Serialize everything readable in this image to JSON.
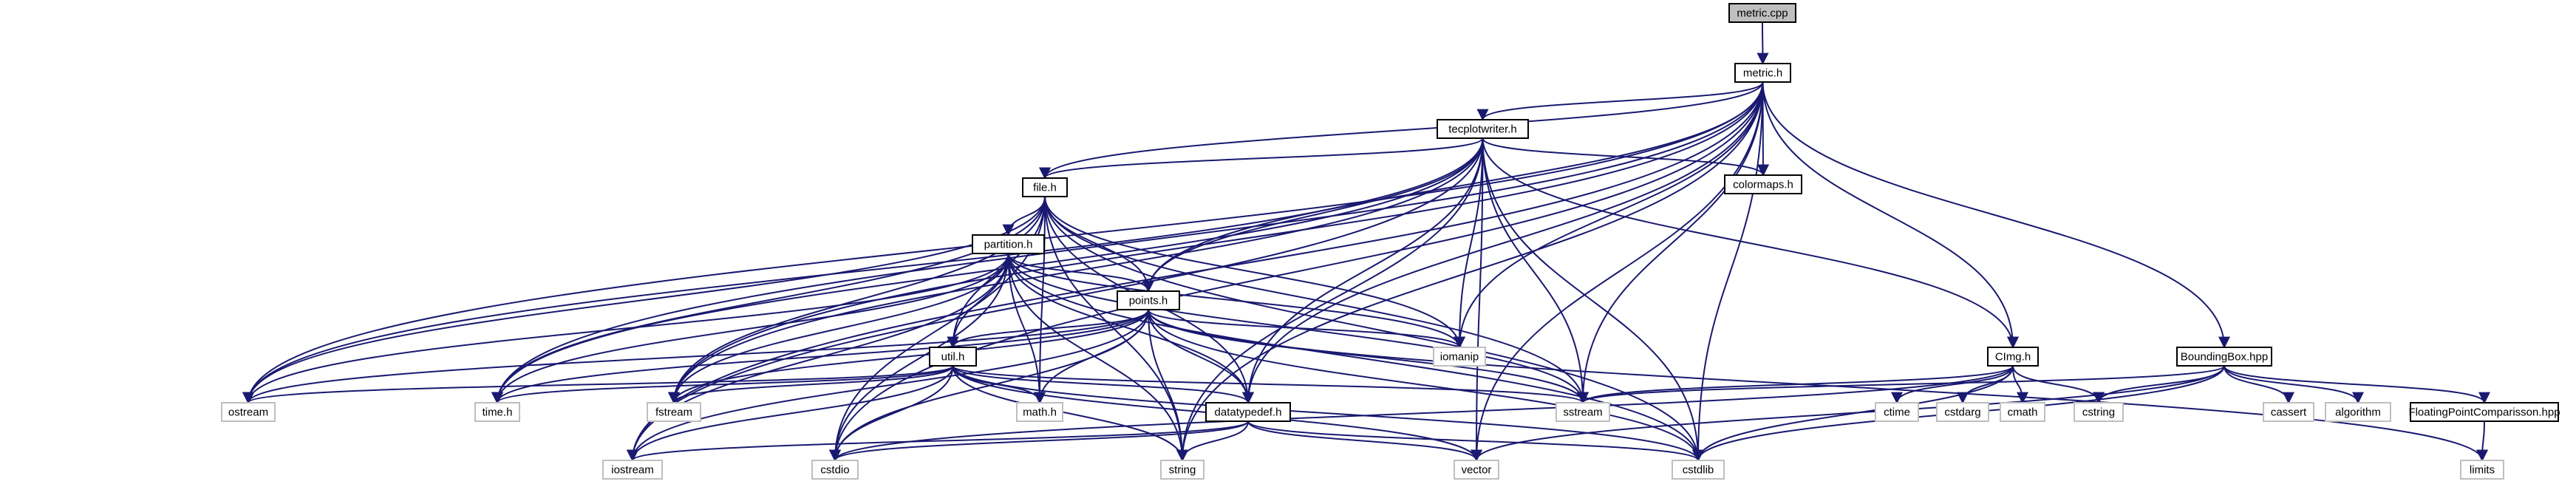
{
  "diagram": {
    "nodes": [
      {
        "id": "metric_cpp",
        "label": "metric.cpp",
        "kind": "root"
      },
      {
        "id": "metric_h",
        "label": "metric.h",
        "kind": "local"
      },
      {
        "id": "tecplotwriter_h",
        "label": "tecplotwriter.h",
        "kind": "local"
      },
      {
        "id": "colormaps_h",
        "label": "colormaps.h",
        "kind": "local"
      },
      {
        "id": "file_h",
        "label": "file.h",
        "kind": "local"
      },
      {
        "id": "partition_h",
        "label": "partition.h",
        "kind": "local"
      },
      {
        "id": "points_h",
        "label": "points.h",
        "kind": "local"
      },
      {
        "id": "util_h",
        "label": "util.h",
        "kind": "local"
      },
      {
        "id": "datatypedef_h",
        "label": "datatypedef.h",
        "kind": "local"
      },
      {
        "id": "cimg_h",
        "label": "CImg.h",
        "kind": "local"
      },
      {
        "id": "boundingbox_hpp",
        "label": "BoundingBox.hpp",
        "kind": "local"
      },
      {
        "id": "fpcomparison_hpp",
        "label": "FloatingPointComparisson.hpp",
        "kind": "local"
      },
      {
        "id": "ostream",
        "label": "ostream",
        "kind": "system"
      },
      {
        "id": "time_h",
        "label": "time.h",
        "kind": "system"
      },
      {
        "id": "fstream",
        "label": "fstream",
        "kind": "system"
      },
      {
        "id": "math_h",
        "label": "math.h",
        "kind": "system"
      },
      {
        "id": "iomanip",
        "label": "iomanip",
        "kind": "system"
      },
      {
        "id": "sstream",
        "label": "sstream",
        "kind": "system"
      },
      {
        "id": "iostream",
        "label": "iostream",
        "kind": "system"
      },
      {
        "id": "cstdio",
        "label": "cstdio",
        "kind": "system"
      },
      {
        "id": "string",
        "label": "string",
        "kind": "system"
      },
      {
        "id": "vector",
        "label": "vector",
        "kind": "system"
      },
      {
        "id": "cstdlib",
        "label": "cstdlib",
        "kind": "system"
      },
      {
        "id": "ctime",
        "label": "ctime",
        "kind": "system"
      },
      {
        "id": "cstdarg",
        "label": "cstdarg",
        "kind": "system"
      },
      {
        "id": "cmath",
        "label": "cmath",
        "kind": "system"
      },
      {
        "id": "cstring",
        "label": "cstring",
        "kind": "system"
      },
      {
        "id": "cassert",
        "label": "cassert",
        "kind": "system"
      },
      {
        "id": "algorithm",
        "label": "algorithm",
        "kind": "system"
      },
      {
        "id": "limits",
        "label": "limits",
        "kind": "system"
      }
    ],
    "edges": [
      [
        "metric_cpp",
        "metric_h"
      ],
      [
        "metric_h",
        "tecplotwriter_h"
      ],
      [
        "metric_h",
        "colormaps_h"
      ],
      [
        "metric_h",
        "file_h"
      ],
      [
        "metric_h",
        "points_h"
      ],
      [
        "metric_h",
        "cimg_h"
      ],
      [
        "metric_h",
        "boundingbox_hpp"
      ],
      [
        "metric_h",
        "ostream"
      ],
      [
        "metric_h",
        "time_h"
      ],
      [
        "metric_h",
        "fstream"
      ],
      [
        "metric_h",
        "iomanip"
      ],
      [
        "metric_h",
        "sstream"
      ],
      [
        "metric_h",
        "iostream"
      ],
      [
        "metric_h",
        "cstdio"
      ],
      [
        "metric_h",
        "string"
      ],
      [
        "metric_h",
        "vector"
      ],
      [
        "metric_h",
        "cstdlib"
      ],
      [
        "metric_h",
        "datatypedef_h"
      ],
      [
        "tecplotwriter_h",
        "colormaps_h"
      ],
      [
        "tecplotwriter_h",
        "file_h"
      ],
      [
        "tecplotwriter_h",
        "points_h"
      ],
      [
        "tecplotwriter_h",
        "cimg_h"
      ],
      [
        "tecplotwriter_h",
        "datatypedef_h"
      ],
      [
        "tecplotwriter_h",
        "ostream"
      ],
      [
        "tecplotwriter_h",
        "time_h"
      ],
      [
        "tecplotwriter_h",
        "fstream"
      ],
      [
        "tecplotwriter_h",
        "iomanip"
      ],
      [
        "tecplotwriter_h",
        "sstream"
      ],
      [
        "tecplotwriter_h",
        "iostream"
      ],
      [
        "tecplotwriter_h",
        "string"
      ],
      [
        "tecplotwriter_h",
        "vector"
      ],
      [
        "tecplotwriter_h",
        "cstdlib"
      ],
      [
        "file_h",
        "partition_h"
      ],
      [
        "file_h",
        "points_h"
      ],
      [
        "file_h",
        "util_h"
      ],
      [
        "file_h",
        "ostream"
      ],
      [
        "file_h",
        "time_h"
      ],
      [
        "file_h",
        "fstream"
      ],
      [
        "file_h",
        "math_h"
      ],
      [
        "file_h",
        "iomanip"
      ],
      [
        "file_h",
        "sstream"
      ],
      [
        "file_h",
        "cstdio"
      ],
      [
        "file_h",
        "string"
      ],
      [
        "file_h",
        "cstdlib"
      ],
      [
        "file_h",
        "datatypedef_h"
      ],
      [
        "partition_h",
        "points_h"
      ],
      [
        "partition_h",
        "util_h"
      ],
      [
        "partition_h",
        "ostream"
      ],
      [
        "partition_h",
        "time_h"
      ],
      [
        "partition_h",
        "fstream"
      ],
      [
        "partition_h",
        "math_h"
      ],
      [
        "partition_h",
        "iomanip"
      ],
      [
        "partition_h",
        "sstream"
      ],
      [
        "partition_h",
        "iostream"
      ],
      [
        "partition_h",
        "cstdio"
      ],
      [
        "partition_h",
        "string"
      ],
      [
        "partition_h",
        "cstdlib"
      ],
      [
        "partition_h",
        "datatypedef_h"
      ],
      [
        "points_h",
        "util_h"
      ],
      [
        "points_h",
        "datatypedef_h"
      ],
      [
        "points_h",
        "ostream"
      ],
      [
        "points_h",
        "time_h"
      ],
      [
        "points_h",
        "fstream"
      ],
      [
        "points_h",
        "math_h"
      ],
      [
        "points_h",
        "iomanip"
      ],
      [
        "points_h",
        "sstream"
      ],
      [
        "points_h",
        "iostream"
      ],
      [
        "points_h",
        "cstdio"
      ],
      [
        "points_h",
        "string"
      ],
      [
        "points_h",
        "cstdlib"
      ],
      [
        "points_h",
        "limits"
      ],
      [
        "util_h",
        "datatypedef_h"
      ],
      [
        "util_h",
        "ostream"
      ],
      [
        "util_h",
        "time_h"
      ],
      [
        "util_h",
        "fstream"
      ],
      [
        "util_h",
        "math_h"
      ],
      [
        "util_h",
        "sstream"
      ],
      [
        "util_h",
        "iostream"
      ],
      [
        "util_h",
        "cstdio"
      ],
      [
        "util_h",
        "string"
      ],
      [
        "util_h",
        "vector"
      ],
      [
        "util_h",
        "cstdlib"
      ],
      [
        "datatypedef_h",
        "iostream"
      ],
      [
        "datatypedef_h",
        "cstdio"
      ],
      [
        "datatypedef_h",
        "string"
      ],
      [
        "datatypedef_h",
        "vector"
      ],
      [
        "datatypedef_h",
        "cstdlib"
      ],
      [
        "cimg_h",
        "sstream"
      ],
      [
        "cimg_h",
        "ctime"
      ],
      [
        "cimg_h",
        "cstdarg"
      ],
      [
        "cimg_h",
        "cmath"
      ],
      [
        "cimg_h",
        "cstring"
      ],
      [
        "cimg_h",
        "cstdio"
      ],
      [
        "cimg_h",
        "cstdlib"
      ],
      [
        "boundingbox_hpp",
        "fpcomparison_hpp"
      ],
      [
        "boundingbox_hpp",
        "sstream"
      ],
      [
        "boundingbox_hpp",
        "cstring"
      ],
      [
        "boundingbox_hpp",
        "cassert"
      ],
      [
        "boundingbox_hpp",
        "algorithm"
      ],
      [
        "boundingbox_hpp",
        "vector"
      ],
      [
        "boundingbox_hpp",
        "cstdlib"
      ],
      [
        "fpcomparison_hpp",
        "limits"
      ]
    ],
    "colors": {
      "edge": "#191970",
      "root_fill": "#bfbfbf",
      "local_border": "#000000",
      "system_border": "#bfbfbf"
    }
  }
}
